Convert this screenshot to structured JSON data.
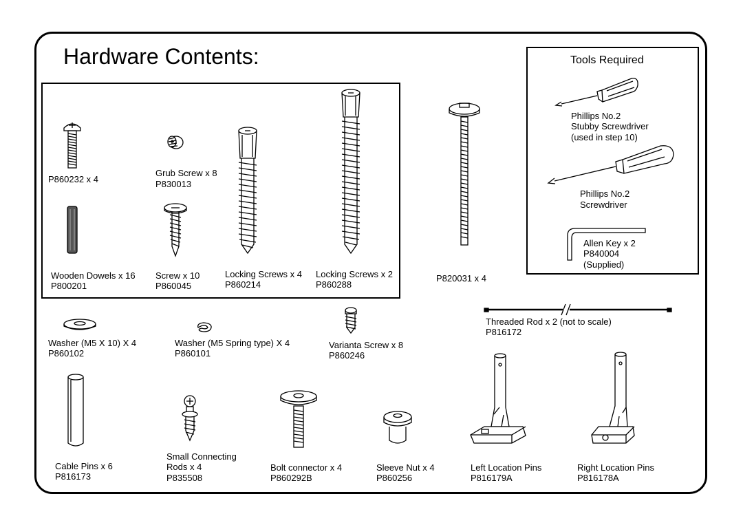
{
  "title": "Hardware Contents:",
  "tools": {
    "title": "Tools Required",
    "stubby_l1": "Phillips No.2",
    "stubby_l2": "Stubby Screwdriver",
    "stubby_l3": "(used in step 10)",
    "driver_l1": "Phillips No.2",
    "driver_l2": "Screwdriver",
    "allen_l1": "Allen Key x 2",
    "allen_l2": "P840004",
    "allen_l3": "(Supplied)"
  },
  "items": {
    "p860232_l1": "P860232 x 4",
    "grub_l1": "Grub Screw x 8",
    "grub_l2": "P830013",
    "dowels_l1": "Wooden Dowels  x 16",
    "dowels_l2": "P800201",
    "screw_l1": "Screw x 10",
    "screw_l2": "P860045",
    "lock4_l1": "Locking Screws  x 4",
    "lock4_l2": "P860214",
    "lock2_l1": "Locking Screws x 2",
    "lock2_l2": "P860288",
    "p820031_l1": "P820031 x 4",
    "washer_l1": "Washer (M5 X 10) X 4",
    "washer_l2": "P860102",
    "spring_l1": "Washer (M5 Spring type) X 4",
    "spring_l2": "P860101",
    "varianta_l1": "Varianta Screw x 8",
    "varianta_l2": "P860246",
    "rod_l1": "Threaded  Rod  x 2 (not to scale)",
    "rod_l2": "P816172",
    "cable_l1": "Cable Pins x 6",
    "cable_l2": "P816173",
    "small_l1": "Small Connecting",
    "small_l2": "Rods x 4",
    "small_l3": "P835508",
    "bolt_l1": "Bolt connector x 4",
    "bolt_l2": "P860292B",
    "sleeve_l1": "Sleeve Nut x 4",
    "sleeve_l2": "P860256",
    "leftpin_l1": "Left Location Pins",
    "leftpin_l2": "P816179A",
    "rightpin_l1": "Right Location Pins",
    "rightpin_l2": "P816178A"
  }
}
